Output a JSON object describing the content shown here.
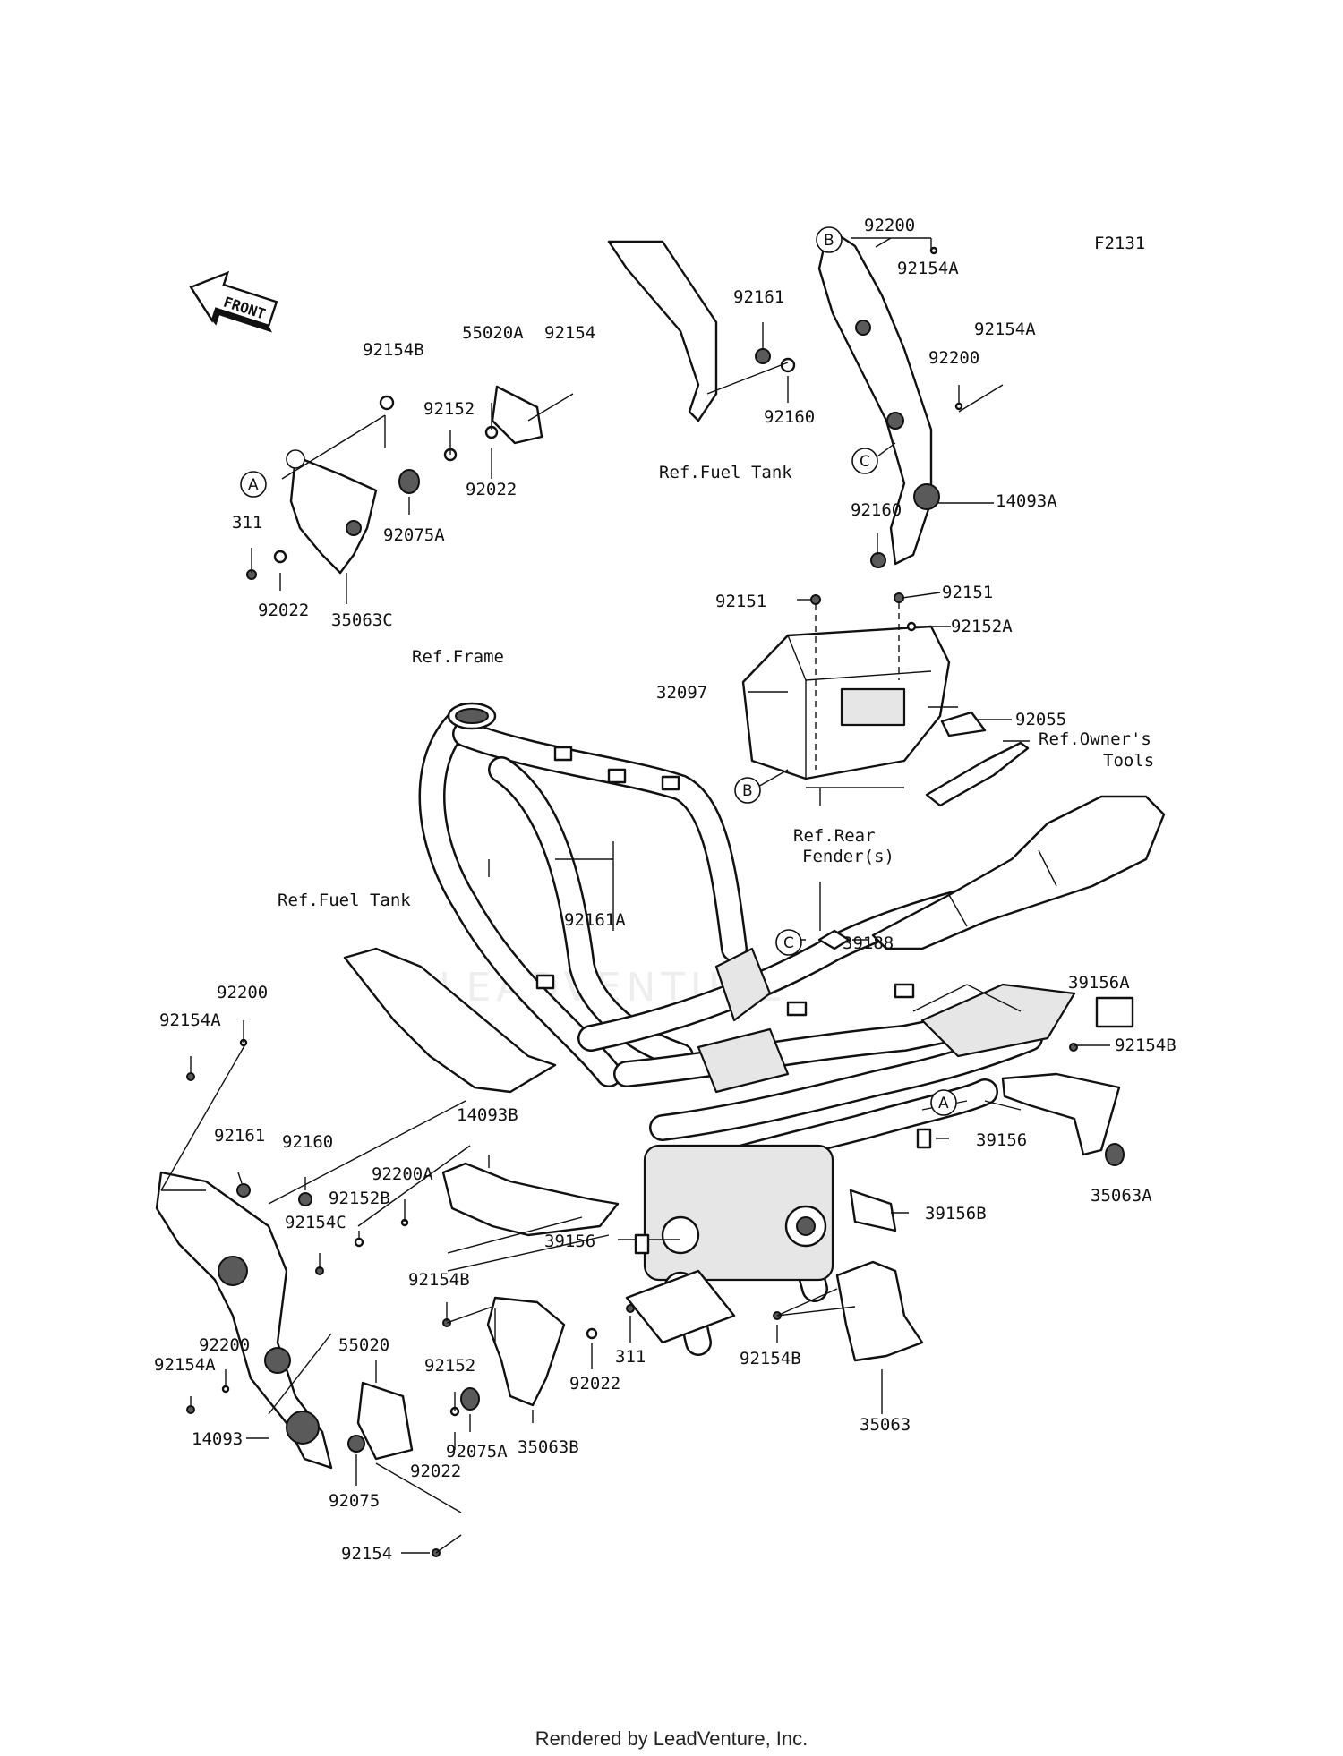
{
  "figure_code": "F2131",
  "direction_label": "FRONT",
  "watermark": "LEADVENTURE",
  "footer": "Rendered by LeadVenture, Inc.",
  "callouts": {
    "a": "A",
    "b": "B",
    "c": "C"
  },
  "references": {
    "fuel_tank_upper": "Ref.Fuel Tank",
    "fuel_tank_lower": "Ref.Fuel Tank",
    "frame": "Ref.Frame",
    "owners_tools_1": "Ref.Owner's",
    "owners_tools_2": "Tools",
    "rear_fender_1": "Ref.Rear",
    "rear_fender_2": "Fender(s)"
  },
  "parts": {
    "p92154B_a": "92154B",
    "p55020A": "55020A",
    "p92154_a": "92154",
    "p92152_a": "92152",
    "p92022_a": "92022",
    "p92075A_a": "92075A",
    "p311_a": "311",
    "p92022_b": "92022",
    "p35063C": "35063C",
    "p92200_a": "92200",
    "p92154A_a": "92154A",
    "p92161_a": "92161",
    "p92160_a": "92160",
    "p92154A_b": "92154A",
    "p92200_b": "92200",
    "p14093A": "14093A",
    "p92160_b": "92160",
    "p92151_a": "92151",
    "p92151_b": "92151",
    "p92152A": "92152A",
    "p32097": "32097",
    "p92055": "92055",
    "p92161A": "92161A",
    "p39188": "39188",
    "p39156A": "39156A",
    "p92154B_b": "92154B",
    "p39156_a": "39156",
    "p35063A": "35063A",
    "p39156B": "39156B",
    "p39156_b": "39156",
    "p92200_c": "92200",
    "p92154A_c": "92154A",
    "p92161_b": "92161",
    "p92160_c": "92160",
    "p14093B": "14093B",
    "p92200A": "92200A",
    "p92152B": "92152B",
    "p92154C": "92154C",
    "p92154B_c": "92154B",
    "p92200_d": "92200",
    "p92154A_d": "92154A",
    "p55020": "55020",
    "p92152_b": "92152",
    "p92022_c": "92022",
    "p311_b": "311",
    "p92154B_d": "92154B",
    "p35063": "35063",
    "p14093": "14093",
    "p92022_d": "92022",
    "p92075A_b": "92075A",
    "p35063B": "35063B",
    "p92075": "92075",
    "p92154_b": "92154"
  }
}
